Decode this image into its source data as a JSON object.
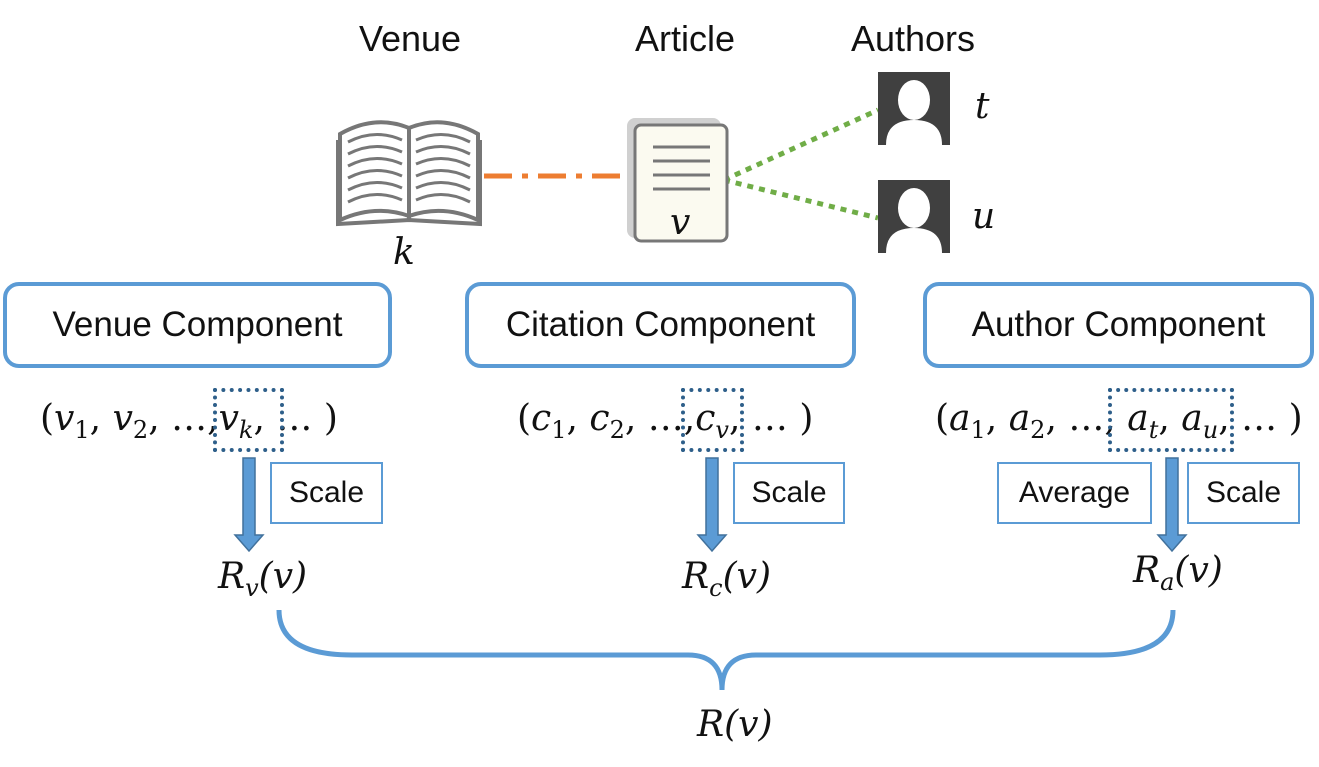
{
  "headers": {
    "venue": "Venue",
    "article": "Article",
    "authors": "Authors"
  },
  "entities": {
    "venue_var": "k",
    "article_var": "v",
    "author_t": "t",
    "author_u": "u"
  },
  "components": {
    "venue": "Venue Component",
    "citation": "Citation Component",
    "author": "Author Component"
  },
  "sequences": {
    "venue": {
      "open": "(",
      "s1": "v",
      "s1i": "1",
      "s2": "v",
      "s2i": "2",
      "dots": "…",
      "sk": "v",
      "ski": "k",
      "tail": "…",
      "close": ")",
      "sep": ","
    },
    "citation": {
      "open": "(",
      "s1": "c",
      "s1i": "1",
      "s2": "c",
      "s2i": "2",
      "dots": "…",
      "sk": "c",
      "ski": "v",
      "tail": "…",
      "close": ")",
      "sep": ","
    },
    "author": {
      "open": "(",
      "s1": "a",
      "s1i": "1",
      "s2": "a",
      "s2i": "2",
      "dots": "…",
      "st": "a",
      "sti": "t",
      "su": "a",
      "sui": "u",
      "tail": "…",
      "close": ")",
      "sep": ","
    }
  },
  "ops": {
    "scale": "Scale",
    "average": "Average"
  },
  "results": {
    "rv": {
      "base": "R",
      "sub": "v",
      "arg": "(v)"
    },
    "rc": {
      "base": "R",
      "sub": "c",
      "arg": "(v)"
    },
    "ra": {
      "base": "R",
      "sub": "a",
      "arg": "(v)"
    },
    "total": {
      "base": "R",
      "arg": "(v)"
    }
  },
  "colors": {
    "accent": "#5b9bd5",
    "dotted_box": "#2e5f8a",
    "venue_link": "#ed7d31",
    "author_link": "#70ad47",
    "icon_gray": "#777777",
    "avatar": "#404040"
  }
}
